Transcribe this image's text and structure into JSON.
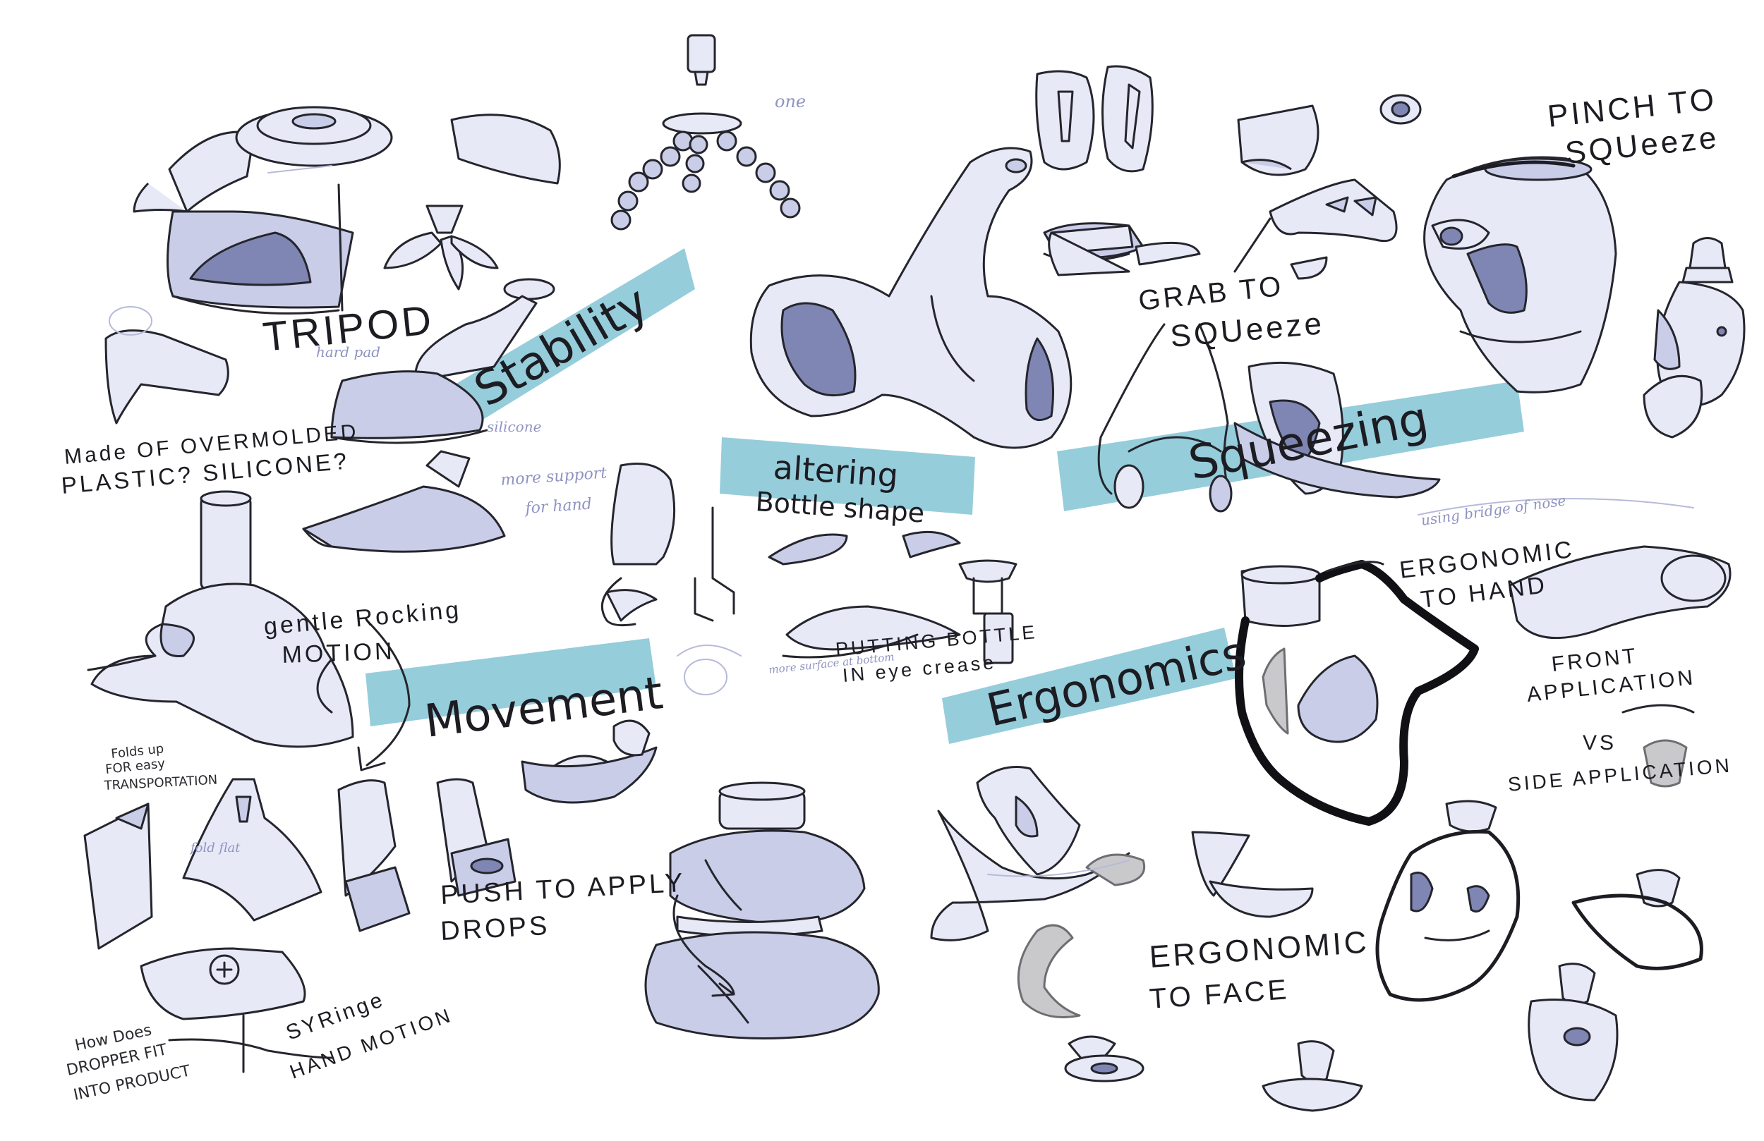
{
  "highlight_color": "#7ec2d3",
  "ink_color": "#1c1c22",
  "shade_color": "#7f86b3",
  "themes": {
    "stability": "Stability",
    "altering_1": "altering",
    "altering_2": "Bottle shape",
    "squeezing": "Squeezing",
    "movement": "Movement",
    "ergonomics": "Ergonomics"
  },
  "notes": {
    "tripod": "TRIPOD",
    "one": "one",
    "pinch_1": "PINCH TO",
    "pinch_2": "SQUeeze",
    "grab_1": "GRAB TO",
    "grab_2": "SQUeeze",
    "overmold_1": "Made OF OVERMOLDED",
    "overmold_2": "PLASTIC? SILICONE?",
    "gentle_1": "gentle Rocking",
    "gentle_2": "MOTION",
    "folds_1": "Folds up",
    "folds_2": "FOR easy",
    "folds_3": "TRANSPORTATION",
    "push_1": "PUSH TO APPLY",
    "push_2": "DROPS",
    "putting_1": "PUTTING BOTTLE",
    "putting_2": "IN eye crease",
    "ergo_hand_1": "ERGONOMIC",
    "ergo_hand_2": "TO HAND",
    "front_1": "FRONT",
    "front_2": "APPLICATION",
    "vs": "VS",
    "side": "SIDE APPLICATION",
    "ergo_face_1": "ERGONOMIC",
    "ergo_face_2": "TO FACE",
    "dropper_1": "How Does",
    "dropper_2": "DROPPER FIT",
    "dropper_3": "INTO PRODUCT",
    "syringe_1": "SYRinge",
    "syringe_2": "HAND MOTION",
    "faint_hardpad": "hard pad",
    "faint_silicone": "silicone",
    "faint_moresupport": "more support",
    "faint_forhand": "for hand",
    "faint_foldflat": "fold flat",
    "faint_using": "using bridge of nose",
    "faint_bottom": "more surface at bottom"
  }
}
